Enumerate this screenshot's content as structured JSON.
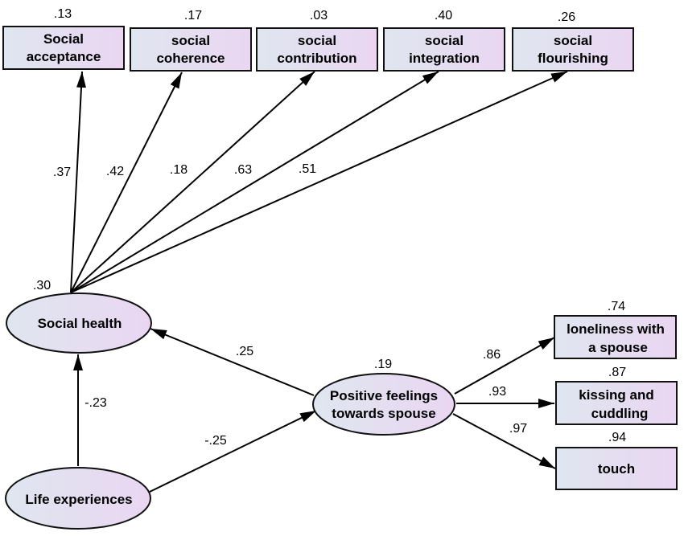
{
  "latent": {
    "social_health": {
      "label": "Social health",
      "r2": ".30"
    },
    "life_experiences": {
      "label": "Life experiences"
    },
    "positive_feelings": {
      "line1": "Positive feelings",
      "line2": "towards spouse",
      "r2": ".19"
    }
  },
  "observed": {
    "social_acceptance": {
      "line1": "Social",
      "line2": "acceptance",
      "r2": ".13"
    },
    "social_coherence": {
      "line1": "social",
      "line2": "coherence",
      "r2": ".17"
    },
    "social_contribution": {
      "line1": "social",
      "line2": "contribution",
      "r2": ".03"
    },
    "social_integration": {
      "line1": "social",
      "line2": "integration",
      "r2": ".40"
    },
    "social_flourishing": {
      "line1": "social",
      "line2": "flourishing",
      "r2": ".26"
    },
    "loneliness": {
      "line1": "loneliness with",
      "line2": "a spouse",
      "r2": ".74"
    },
    "kissing": {
      "line1": "kissing and",
      "line2": "cuddling",
      "r2": ".87"
    },
    "touch": {
      "line1": "touch",
      "r2": ".94"
    }
  },
  "paths": {
    "sh_acceptance": ".37",
    "sh_coherence": ".42",
    "sh_contribution": ".18",
    "sh_integration": ".63",
    "sh_flourishing": ".51",
    "pf_social_health": ".25",
    "le_social_health": "-.23",
    "le_positive_feelings": "-.25",
    "pf_loneliness": ".86",
    "pf_kissing": ".93",
    "pf_touch": ".97"
  },
  "colors": {
    "fill_start": "#dfe6ef",
    "fill_end": "#ead6f2",
    "stroke": "#111111"
  }
}
